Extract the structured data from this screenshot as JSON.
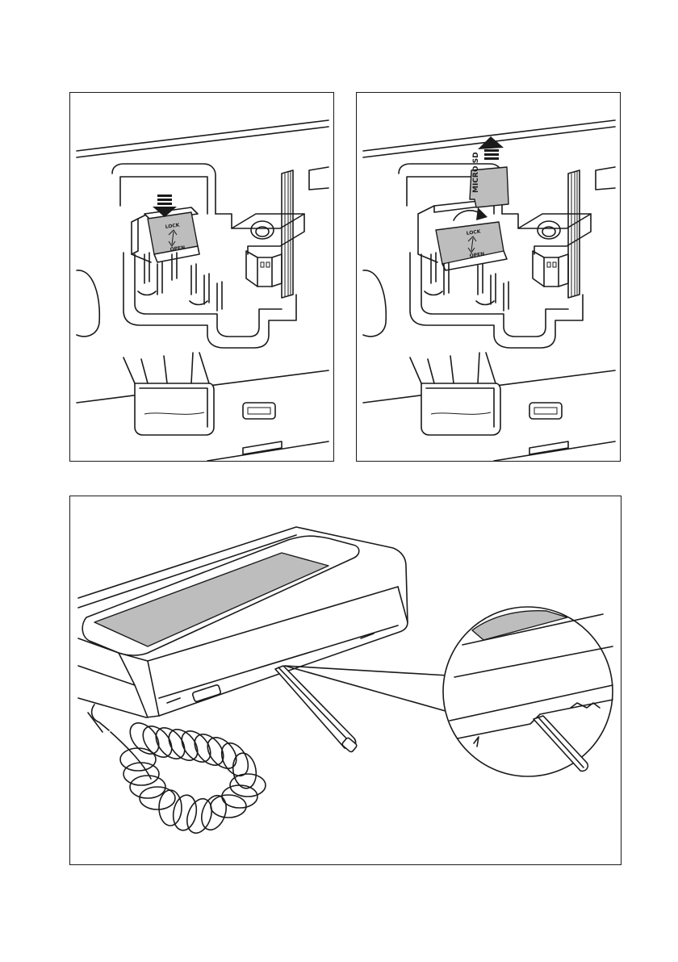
{
  "panels": {
    "insert": {
      "card_holder": {
        "lock_label": "LOCK",
        "open_label": "OPEN"
      },
      "arrow_direction": "down"
    },
    "remove": {
      "card": {
        "label": "MICRO SD"
      },
      "card_holder": {
        "lock_label": "LOCK",
        "open_label": "OPEN"
      },
      "arrow_direction": "up"
    },
    "stylus": {
      "callout": "magnified-stylus-slot"
    }
  },
  "colors": {
    "line": "#1a1a1a",
    "fill_gray": "#bdbdbd",
    "background": "#ffffff"
  }
}
